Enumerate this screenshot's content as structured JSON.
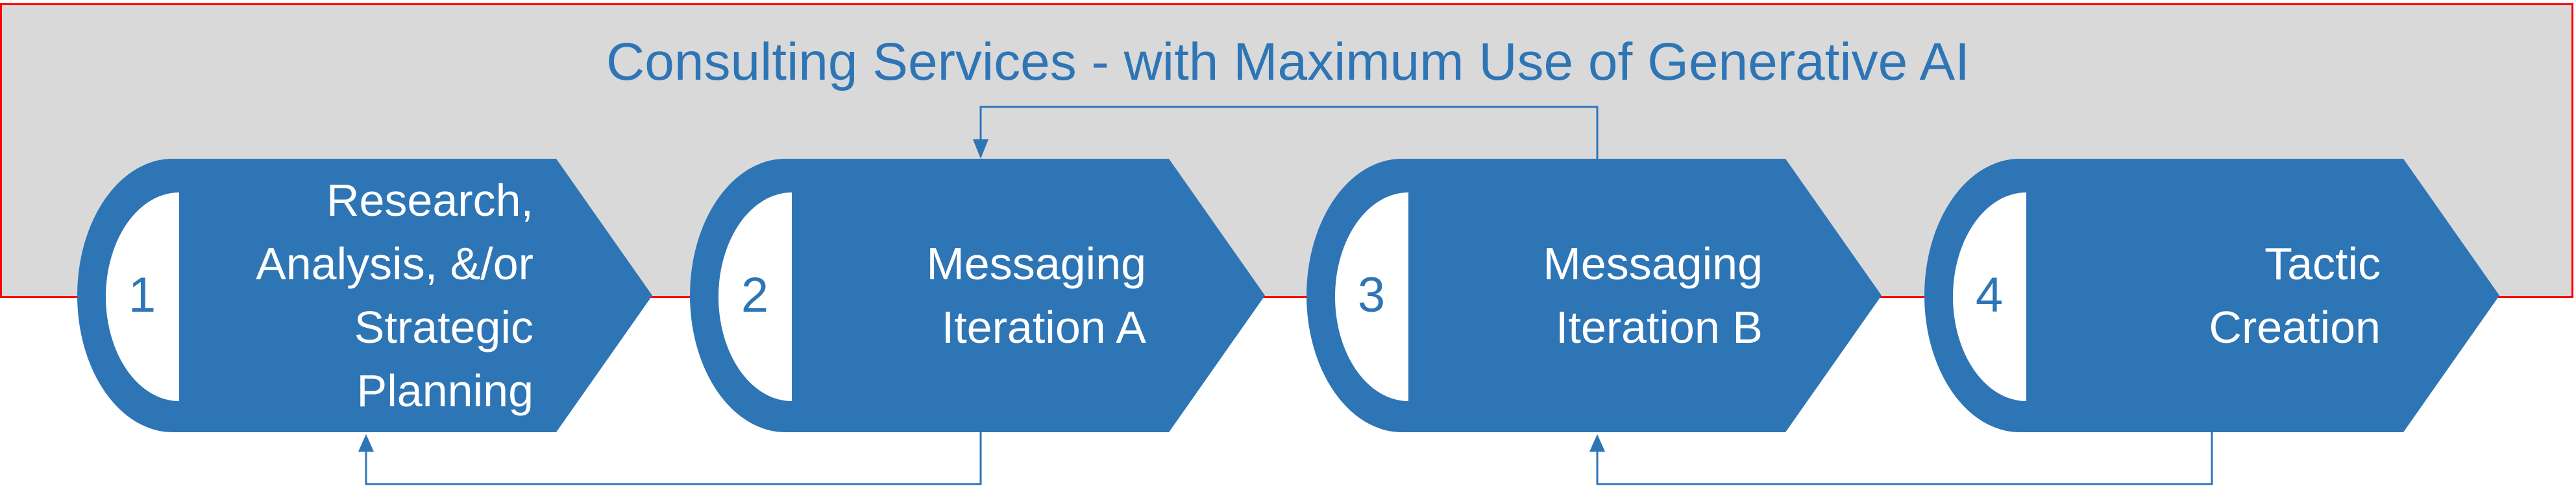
{
  "title": "Consulting Services - with Maximum Use of Generative AI",
  "colors": {
    "step_fill": "#2e75b6",
    "banner_fill": "#d9d9d9",
    "banner_border": "#ff0000",
    "title": "#2e75b6"
  },
  "steps": [
    {
      "number": "1",
      "lines": [
        "Research,",
        "Analysis, &/or",
        "Strategic",
        "Planning"
      ]
    },
    {
      "number": "2",
      "lines": [
        "Messaging",
        "Iteration A"
      ]
    },
    {
      "number": "3",
      "lines": [
        "Messaging",
        "Iteration B"
      ]
    },
    {
      "number": "4",
      "lines": [
        "Tactic",
        "Creation"
      ]
    }
  ],
  "connectors": [
    {
      "from": "3",
      "to": "2"
    },
    {
      "from": "2",
      "to": "1"
    },
    {
      "from": "4",
      "to": "3"
    }
  ]
}
